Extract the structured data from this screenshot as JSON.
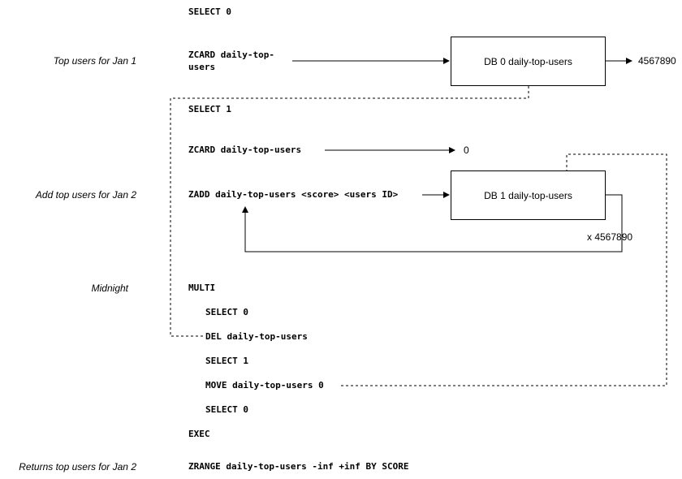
{
  "notes": {
    "jan1": "Top users for Jan 1",
    "jan2": "Add top users for Jan 2",
    "midnight": "Midnight",
    "returns": "Returns top users for Jan 2"
  },
  "commands": {
    "select0_top": "SELECT 0",
    "zcard_db0_line1": "ZCARD daily-top-",
    "zcard_db0_line2": "users",
    "select1": "SELECT 1",
    "zcard_db1": "ZCARD daily-top-users",
    "zadd": "ZADD daily-top-users <score> <users ID>",
    "multi": "MULTI",
    "multi_select0": "SELECT 0",
    "del": "DEL daily-top-users",
    "multi_select1": "SELECT 1",
    "move": "MOVE daily-top-users 0",
    "multi_select0_b": "SELECT 0",
    "exec": "EXEC",
    "zrange": "ZRANGE daily-top-users -inf +inf BY SCORE"
  },
  "boxes": {
    "db0": "DB 0 daily-top-users",
    "db1": "DB 1 daily-top-users"
  },
  "results": {
    "db0_count": "4567890",
    "db1_count": "0",
    "zadd_loop": "x 4567890"
  }
}
